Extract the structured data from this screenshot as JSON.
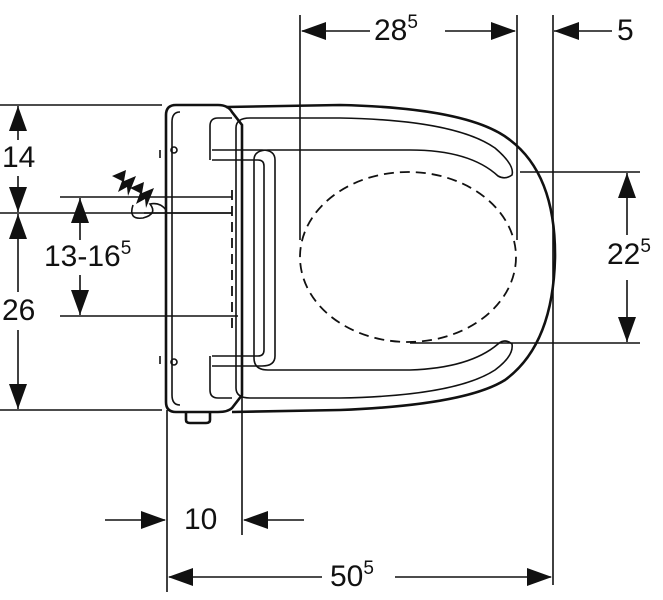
{
  "dimensions": {
    "top_width": {
      "base": "28",
      "sup": "5"
    },
    "top_offset": {
      "base": "5",
      "sup": ""
    },
    "height_top": {
      "base": "14",
      "sup": ""
    },
    "connection_range": {
      "base": "13-16",
      "sup": "5"
    },
    "height_bottom": {
      "base": "26",
      "sup": ""
    },
    "opening_width": {
      "base": "22",
      "sup": "5"
    },
    "rear_offset": {
      "base": "10",
      "sup": ""
    },
    "overall_length": {
      "base": "50",
      "sup": "5"
    }
  },
  "icons": {
    "power_supply": "lightning-bolt-icon"
  },
  "colors": {
    "line": "#111111",
    "background": "#ffffff"
  }
}
